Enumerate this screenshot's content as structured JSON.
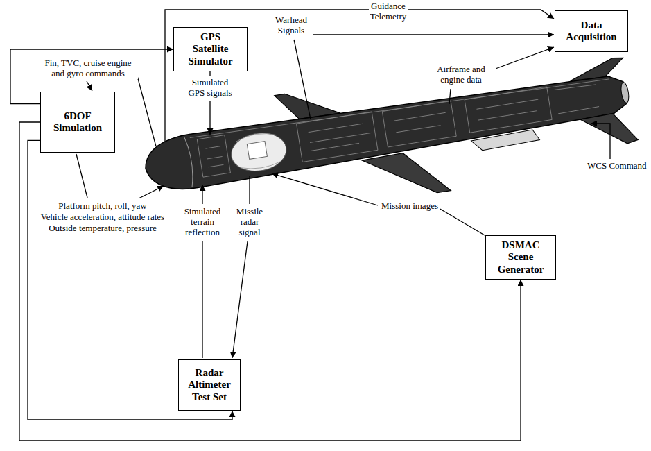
{
  "diagram": {
    "nodes": [
      {
        "text": [
          "GPS Satellite Simulator"
        ]
      },
      {
        "text": [
          "Data Acquisition"
        ]
      },
      {
        "text": [
          "6DOF Simulation"
        ]
      },
      {
        "text": [
          "DSMAC Scene Generator"
        ]
      },
      {
        "text": [
          "Radar Altimeter Test Set"
        ]
      }
    ],
    "edges": [
      {
        "from": 2,
        "to": 0,
        "arrow": "to"
      },
      {
        "from": 2,
        "to": 4,
        "arrow": "to"
      },
      {
        "from": 2,
        "to": 3,
        "arrow": "to"
      }
    ],
    "labels": [
      "Guidance Telemetry",
      "Warhead Signals",
      "Airframe and engine data",
      "Fin, TVC, cruise engine and gyro commands",
      "Simulated GPS signals",
      "WCS Command",
      "Platform pitch, roll, yaw",
      "Vehicle acceleration, attitude rates",
      "Outside temperature, pressure",
      "Simulated terrain reflection",
      "Missile radar signal",
      "Mission images"
    ]
  }
}
